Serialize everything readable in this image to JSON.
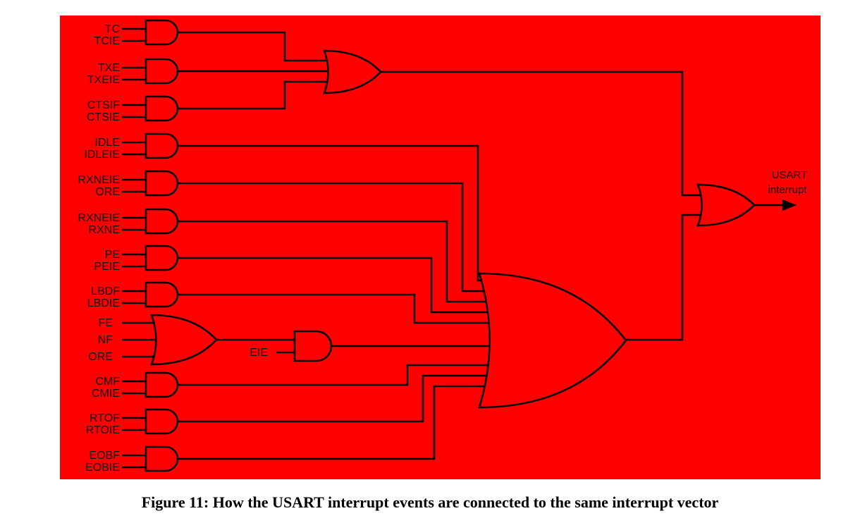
{
  "diagram": {
    "background_color": "#ff0000",
    "line_color": "#000000",
    "and_gates": [
      {
        "inputs": [
          "TC",
          "TCIE"
        ]
      },
      {
        "inputs": [
          "TXE",
          "TXEIE"
        ]
      },
      {
        "inputs": [
          "CTSIF",
          "CTSIE"
        ]
      },
      {
        "inputs": [
          "IDLE",
          "IDLEIE"
        ]
      },
      {
        "inputs": [
          "RXNEIE",
          "ORE"
        ]
      },
      {
        "inputs": [
          "RXNEIE",
          "RXNE"
        ]
      },
      {
        "inputs": [
          "PE",
          "PEIE"
        ]
      },
      {
        "inputs": [
          "LBDF",
          "LBDIE"
        ]
      },
      {
        "inputs": [
          "CMF",
          "CMIE"
        ]
      },
      {
        "inputs": [
          "RTOF",
          "RTOIE"
        ]
      },
      {
        "inputs": [
          "EOBF",
          "EOBIE"
        ]
      }
    ],
    "error_or_inputs": [
      "FE",
      "NF",
      "ORE"
    ],
    "error_enable": "EIE",
    "output_label": [
      "USART",
      "interrupt"
    ]
  },
  "caption": "Figure 11: How the USART interrupt events are connected to the same interrupt vector"
}
